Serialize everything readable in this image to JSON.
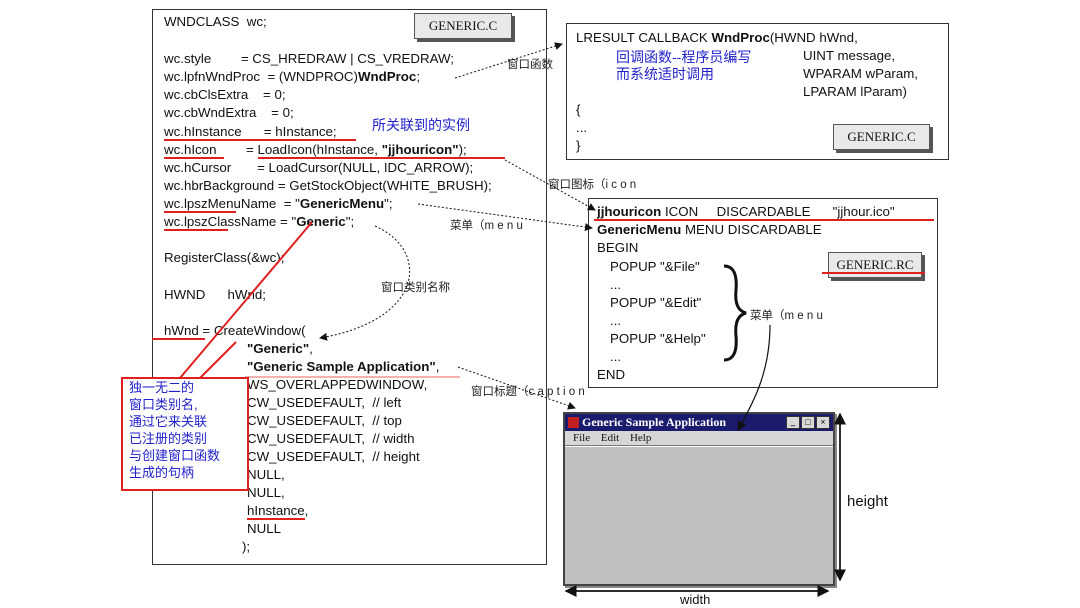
{
  "left_panel": {
    "tag": "GENERIC.C",
    "lines": [
      "WNDCLASS  wc;",
      "wc.style        = CS_HREDRAW | CS_VREDRAW;",
      "wc.lpfnWndProc  = (WNDPROC)",
      "wc.cbClsExtra    = 0;",
      "wc.cbWndExtra    = 0;",
      "wc.hInstance      = hInstance;",
      "wc.hIcon        = LoadIcon(hInstance, ",
      "wc.hCursor       = LoadCursor(NULL, IDC_ARROW);",
      "wc.hbrBackground = GetStockObject(WHITE_BRUSH);",
      "wc.lpszMenuName  = \"",
      "wc.lpszClassName = \"",
      "RegisterClass(&wc);",
      "HWND      hWnd;",
      "hWnd = CreateWindow(",
      "WS_OVERLAPPEDWINDOW,",
      "CW_USEDEFAULT,  // left",
      "CW_USEDEFAULT,  // top",
      "CW_USEDEFAULT,  // width",
      "CW_USEDEFAULT,  // height",
      "NULL,",
      "NULL,",
      "hInstance,",
      "NULL",
      ");"
    ],
    "bold": {
      "wndproc": "WndProc",
      "jjhouricon": "\"jjhouricon\"",
      "genericmenu": "GenericMenu",
      "generic": "Generic",
      "generic_str": "\"Generic\"",
      "sample_app": "\"Generic Sample Application\""
    },
    "tails": {
      "semicolon": ";",
      "icon_tail": ");",
      "quote_semicolon": "\";",
      "comma": ","
    }
  },
  "wndproc_panel": {
    "tag": "GENERIC.C",
    "sig_prefix": "LRESULT CALLBACK ",
    "sig_bold": "WndProc",
    "params": [
      "(HWND hWnd,",
      "UINT message,",
      "WPARAM wParam,",
      "LPARAM lParam)"
    ],
    "brace_open": "{",
    "ellipsis": "...",
    "brace_close": "}",
    "cn_note": [
      "回调函数--程序员编写",
      "而系统适时调用"
    ]
  },
  "rc_panel": {
    "tag": "GENERIC.RC",
    "icon_bold": "jjhouricon",
    "icon_rest": " ICON     DISCARDABLE      \"jjhour.ico\"",
    "menu_bold": "GenericMenu",
    "menu_rest": " MENU DISCARDABLE",
    "begin": "BEGIN",
    "popups": [
      "POPUP \"&File\"",
      "POPUP \"&Edit\"",
      "POPUP \"&Help\""
    ],
    "ellipsis": "...",
    "end": "END"
  },
  "annotations": {
    "wndproc": "窗口函数",
    "instance": "所关联到的实例",
    "icon": "窗口图标（i c o n",
    "menu1": "菜单（m e n u",
    "menu2": "菜单（m e n u",
    "classname": "窗口类别名称",
    "caption": "窗口标题（c a p t i o n",
    "unique_box": [
      "独一无二的",
      "窗口类别名,",
      "通过它来关联",
      "已注册的类别",
      "与创建窗口函数",
      "生成的句柄"
    ]
  },
  "app_window": {
    "title": "Generic Sample Application",
    "menu": [
      "File",
      "Edit",
      "Help"
    ],
    "buttons": [
      "_",
      "□",
      "×"
    ],
    "height_label": "height",
    "width_label": "width"
  },
  "colors": {
    "red": "#e02020",
    "blue": "#2222cc",
    "titlebar": "#1b1b6e"
  }
}
